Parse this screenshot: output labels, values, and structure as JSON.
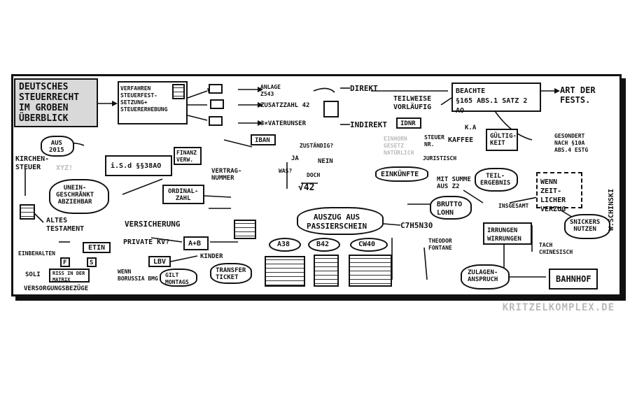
{
  "title": "DEUTSCHES\nSTEUERRECHT\nIM GROBEN\nÜBERBLICK",
  "footer": "KRITZELKOMPLEX.DE",
  "signature": "W.SCHINSKI",
  "labels": {
    "verfahren": "VERFAHREN\nSTEUERFEST-\nSETZUNG+\nSTEUERERHEBUNG",
    "anlage": "ANLAGE\nZ543",
    "zusatzzahl": "ZUSATZZAHL 42",
    "vaterunser": "3×VATERUNSER",
    "direkt": "DIREKT",
    "indirekt": "INDIREKT",
    "teilweise": "TEILWEISE\nVORLÄUFIG",
    "idnr": "IdNR",
    "beachte": "BEACHTE\n§165 ABS.1 SATZ 2 AO",
    "art_der_fests": "ART DER\nFESTS.",
    "aus_2015": "AUS\n2015",
    "kirchensteuer": "KIRCHEN-\nSTEUER",
    "isd": "i.S.d §§38AO",
    "finanzverw": "FINANZ\nVERW.",
    "iban": "IBAN",
    "vertragsnummer": "VERTRAG-\nNUMMER",
    "zustaendig": "ZUSTÄNDIG?",
    "ja": "JA",
    "nein": "NEIN",
    "doch": "DOCH",
    "was": "WAS?",
    "sqrt42": "√42",
    "einhorn": "EINHORN\nGESETZ\nNATÜRLICH",
    "steuer_nr": "STEUER\nNR.",
    "juristisch": "JURISTISCH",
    "kaffee": "KAFFEE",
    "ka": "K.A",
    "gueltigkeit": "GÜLTIG-\nKEIT",
    "gesondert": "GESONDERT\nNACH §10a\nABS.4 ESTG",
    "uneingeschraenkt": "UNEIN-\nGESCHRÄNKT\nABZIEHBAR",
    "ordinalzahl": "ORDINAL-\nZAHL",
    "einkuenfte": "EINKÜNFTE",
    "mit_summe": "MIT SUMME\nAUS Z2",
    "teilergebnis": "TEIL-\nERGEBNIS",
    "wenn_zeitlicher": "WENN ZEIT-\nLICHER\nVERZUG",
    "altes_testament": "ALTES\nTESTAMENT",
    "versicherung": "VERSICHERUNG",
    "auszug": "AUSZUG AUS\nPASSIERSCHEIN",
    "bruttolohn": "BRUTTO\nLOHN",
    "insgesamt": "INSGESAMT",
    "irrungen": "IRRUNGEN\nWIRRUNGEN",
    "snickers": "SNICKERS\nNUTZEN",
    "etin": "ETIN",
    "private_kv": "PRIVATE KV?",
    "aplusb": "A+B",
    "a38": "A38",
    "b42": "B42",
    "cw40": "CW40",
    "c7h5n30": "C7H5N30",
    "theodor": "THEODOR\nFONTANE",
    "tach": "TACH\nCHINESISCH",
    "einbehalten": "EINBEHALTEN",
    "f": "F",
    "s": "S",
    "soli": "SOLI",
    "riss": "RISS IN DER\nMATRIX",
    "wenn_borussia": "WENN\nBORUSSIA BMG",
    "lbv": "LBV",
    "kinder": "KINDER",
    "gilt_montags": "GILT\nMONTAGS",
    "transfer": "TRANSFER\nTICKET",
    "zulagen": "ZULAGEN-\nANSPRUCH",
    "bahnhof": "BAHNHOF",
    "versorgungsbezuege": "VERSORGUNGSBEZÜGE",
    "xyz": "XYZ!"
  },
  "colors": {
    "ink": "#111111",
    "title_fill": "#d9d9d9",
    "ghost": "#bbbbbb"
  }
}
